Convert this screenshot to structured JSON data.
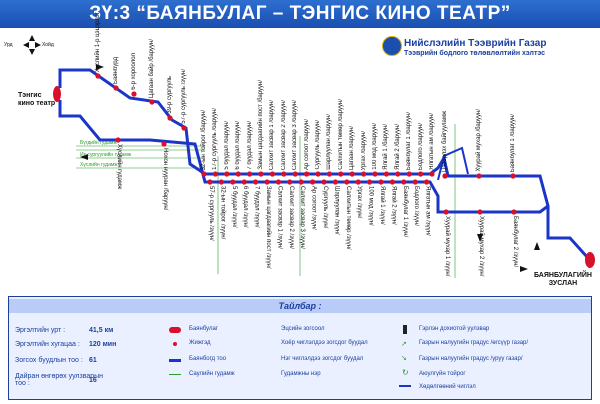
{
  "title": "ЗҮ:3 “БАЯНБУЛАГ – ТЭНГИС КИНО ТЕАТР”",
  "organization": {
    "name": "Нийслэлийн Тээврийн Газар",
    "department": "Тээврийн бодлого төлөвлөлтийн хэлтэс"
  },
  "compass": {
    "west": "Урд",
    "east": "Хойд"
  },
  "terminals": {
    "start": "Тэнгис кино театр",
    "end": "БАЯНБУЛАГИЙН ЗУСЛАН"
  },
  "colors": {
    "route": "#1a35c8",
    "stop": "#d8102a",
    "guide": "#2a9d2a",
    "title_bg": "#1a4fb0"
  },
  "top_stops": [
    "Хүслийн 1-р цэцэрлэг",
    "Баянбүрд",
    "6-р хороолол",
    "Цагаан байр /баруун/",
    "39-р сургууль",
    "57-р сургууль /зүүн/",
    "32-ын тойрог /баруун/",
    "17-р сургууль /баруун/",
    "5 буудал /баруун/",
    "6 буудал /баруун/",
    "7 буудал /баруун/",
    "Замын цагдаагийн пост /баруун/",
    "Салхит засвар 1 /баруун/",
    "Салхит засвар 2 /баруун/",
    "Салхит засвар 3 /баруун/",
    "Ар согоот /баруун/",
    "Сургууль /баруун/",
    "Шарлуулан /баруун/",
    "Салхитын төмөр /баруун/",
    "Цагаан /баруун/",
    "Ургах /баруун/",
    "100 мод /баруун/",
    "Ялгай 1 /баруун/",
    "Ялгай 2 /баруун/",
    "Баянбулаг 1 /баруун/",
    "Бодлого /баруун/",
    "Ялгатын ам /баруун/",
    "Цэвэрлэх байгууламж",
    "Хуурай мухар /баруун/",
    "Баянбулаг 1 /баруун/"
  ],
  "bottom_stops": [
    "Хүслийн гудамж",
    "Нохон нууран /баруун/",
    "57-р сургууль /зүүн/",
    "32-ын тойрог /зүүн/",
    "5 буудал /зүүн/",
    "6 буудал /зүүн/",
    "7 буудал /зүүн/",
    "Замын цагдаагийн пост /зүүн/",
    "Салхит засвар 1 /зүүн/",
    "Салхит засвар 2 /зүүн/",
    "Салхит засвар 3 /зүүн/",
    "Ар согоот /зүүн/",
    "Сургууль /зүүн/",
    "Шарлуулан /зүүн/",
    "Салхитын төмөр /зүүн/",
    "Ургах /зүүн/",
    "100 мод /зүүн/",
    "Ялгай 1 /зүүн/",
    "Ялгай 2 /зүүн/",
    "Баянбулаг 1 /зүүн/",
    "Бодлого /зүүн/",
    "Ялгатын ам /зүүн/",
    "Хуурай мухар 1 /зүүн/",
    "Хуурай мухар 2 /зүүн/",
    "Баянбулаг 2 /зүүн/"
  ],
  "guide_labels": [
    "Бүгдийн гудамж",
    "Их сургуулийн гудамж",
    "Хүслийн гудамж"
  ],
  "legend": {
    "heading": "Тайлбар :",
    "stats": [
      {
        "label": "Эргэлтийн урт :",
        "value": "41,5 км"
      },
      {
        "label": "Эргэлтийн хугацаа :",
        "value": "120 мин"
      },
      {
        "label": "Зогсох буудлын тоо :",
        "value": "61"
      },
      {
        "label": "Дайран өнгөрөх уулзварын тоо :",
        "value": "16"
      }
    ],
    "items_col1": [
      "Баянбулаг",
      "Жижгэд",
      "Баянбогд тоо",
      "Саулийн гудамж"
    ],
    "items_col2": [
      "Эцсийн зогсоол",
      "Хоёр чиглэлдээ зогсдог буудал",
      "Нэг чиглэлдээ зогсдог буудал",
      "Гудамжны нэр"
    ],
    "items_col3": [
      "Гэрлэн дохиотой уулзвар",
      "Газрын налуугийн градус /өгсүүр газар/",
      "Газрын налуугийн градус /уруу газар/",
      "Аюулгүйн тойрог",
      "Хөдөлгөөний чиглэл"
    ]
  }
}
